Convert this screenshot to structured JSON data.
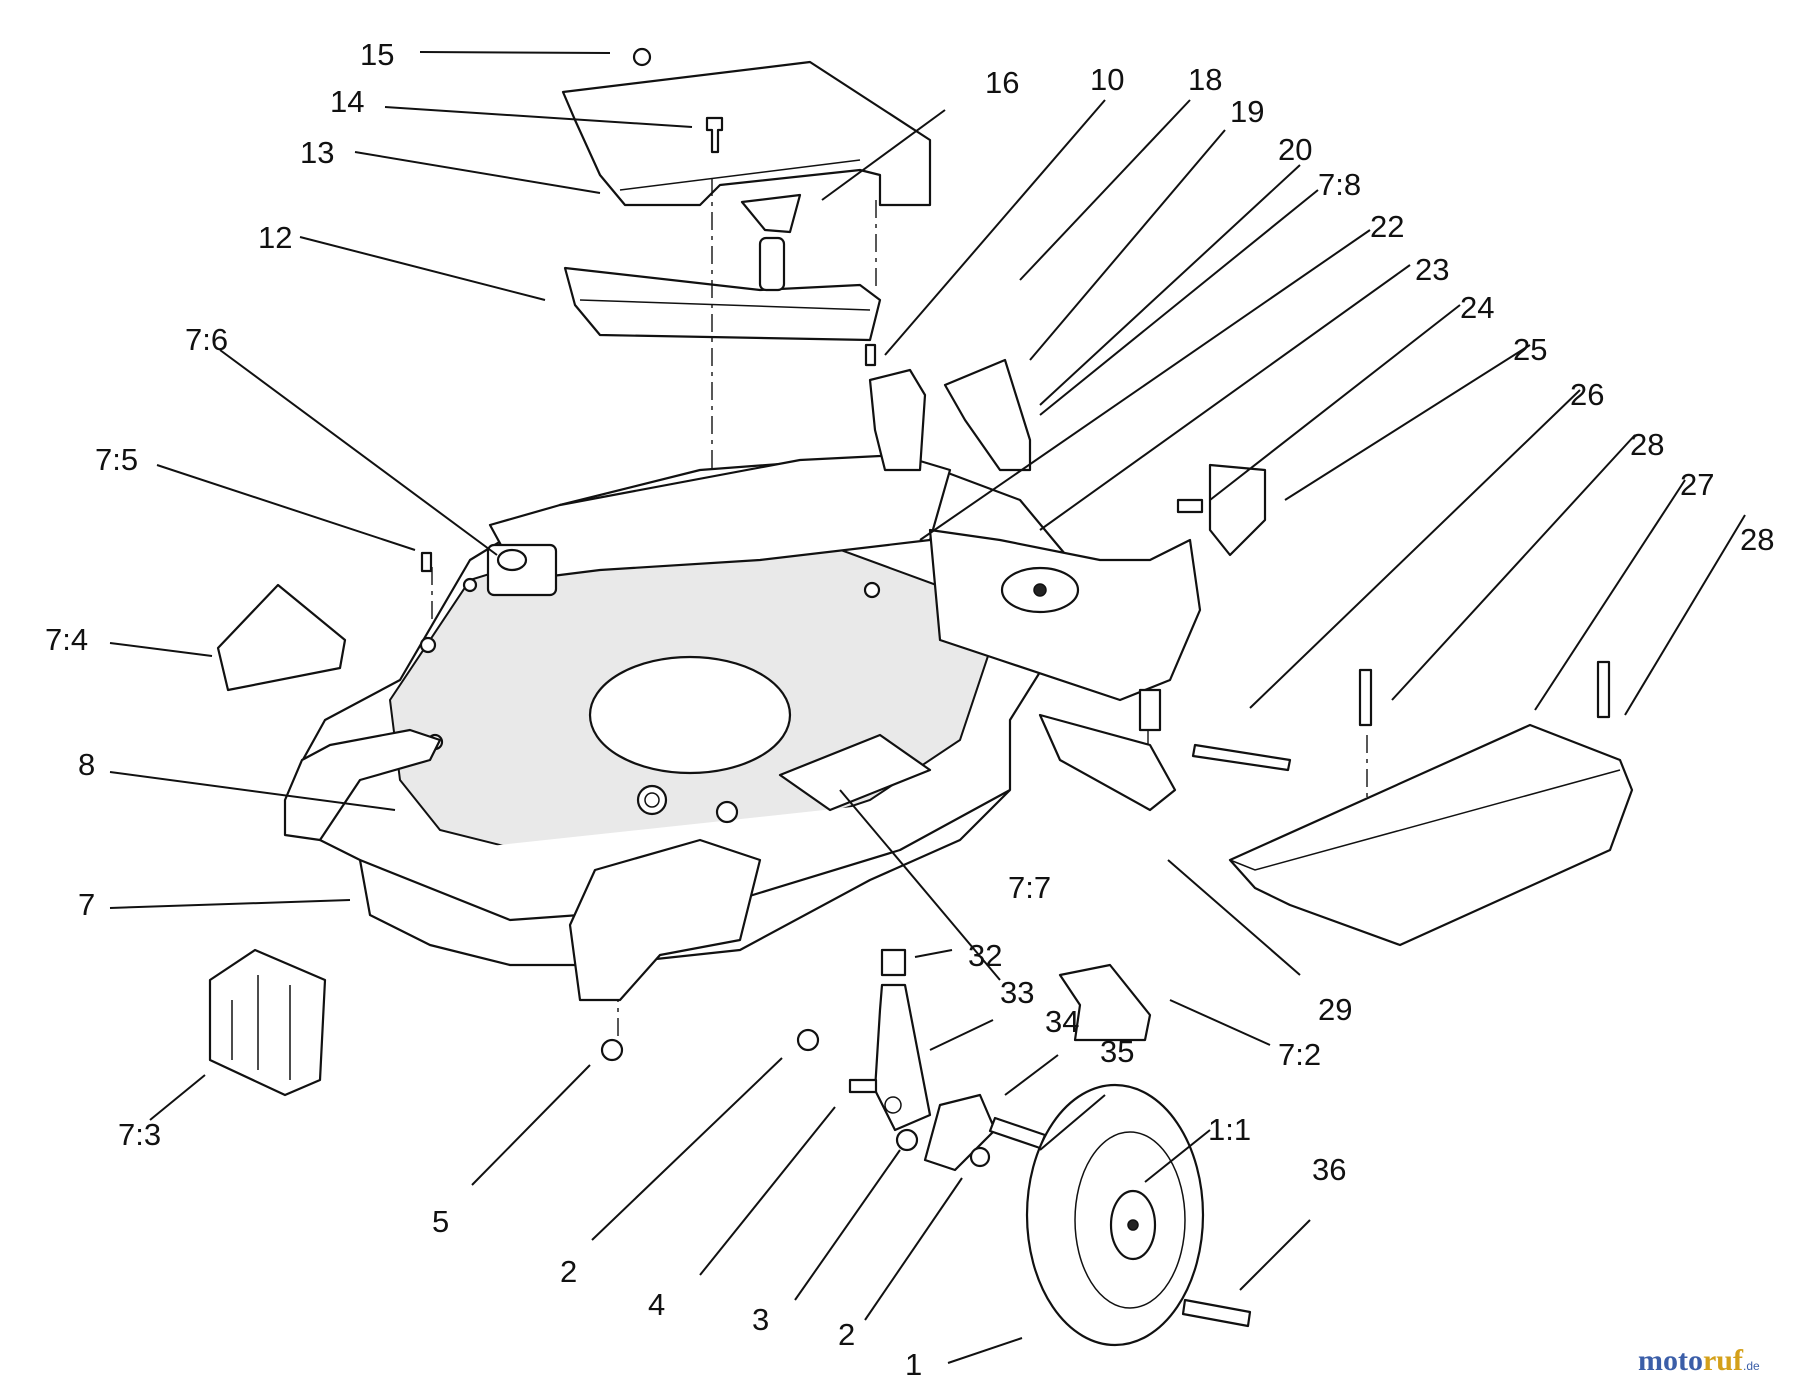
{
  "watermark": {
    "part_a": "moto",
    "part_b": "ruf",
    "part_c": ".de"
  },
  "callouts": [
    {
      "id": "c15",
      "text": "15"
    },
    {
      "id": "c14",
      "text": "14"
    },
    {
      "id": "c13",
      "text": "13"
    },
    {
      "id": "c16",
      "text": "16"
    },
    {
      "id": "c10",
      "text": "10"
    },
    {
      "id": "c18",
      "text": "18"
    },
    {
      "id": "c19",
      "text": "19"
    },
    {
      "id": "c20",
      "text": "20"
    },
    {
      "id": "c78",
      "text": "7:8"
    },
    {
      "id": "c22",
      "text": "22"
    },
    {
      "id": "c23",
      "text": "23"
    },
    {
      "id": "c24",
      "text": "24"
    },
    {
      "id": "c25",
      "text": "25"
    },
    {
      "id": "c26",
      "text": "26"
    },
    {
      "id": "c28a",
      "text": "28"
    },
    {
      "id": "c27",
      "text": "27"
    },
    {
      "id": "c28b",
      "text": "28"
    },
    {
      "id": "c12",
      "text": "12"
    },
    {
      "id": "c76",
      "text": "7:6"
    },
    {
      "id": "c75",
      "text": "7:5"
    },
    {
      "id": "c74",
      "text": "7:4"
    },
    {
      "id": "c8",
      "text": "8"
    },
    {
      "id": "c7",
      "text": "7"
    },
    {
      "id": "c73",
      "text": "7:3"
    },
    {
      "id": "c77",
      "text": "7:7"
    },
    {
      "id": "c32",
      "text": "32"
    },
    {
      "id": "c33",
      "text": "33"
    },
    {
      "id": "c34",
      "text": "34"
    },
    {
      "id": "c35",
      "text": "35"
    },
    {
      "id": "c29",
      "text": "29"
    },
    {
      "id": "c72",
      "text": "7:2"
    },
    {
      "id": "c11",
      "text": "1:1"
    },
    {
      "id": "c36",
      "text": "36"
    },
    {
      "id": "c5",
      "text": "5"
    },
    {
      "id": "c2a",
      "text": "2"
    },
    {
      "id": "c4",
      "text": "4"
    },
    {
      "id": "c3",
      "text": "3"
    },
    {
      "id": "c2b",
      "text": "2"
    },
    {
      "id": "c1",
      "text": "1"
    }
  ]
}
